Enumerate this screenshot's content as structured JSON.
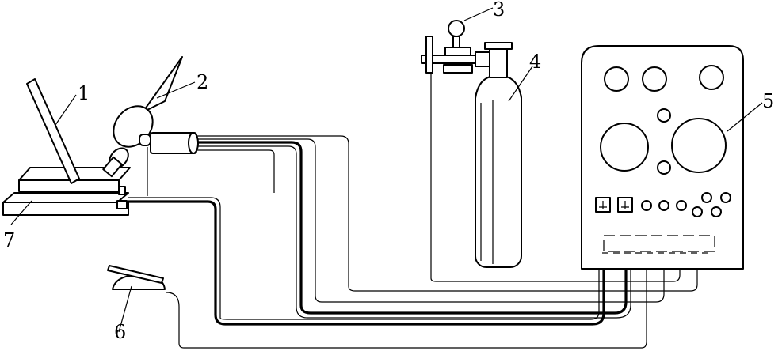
{
  "diagram": {
    "labels": {
      "l1": "1",
      "l2": "2",
      "l3": "3",
      "l4": "4",
      "l5": "5",
      "l6": "6",
      "l7": "7"
    },
    "components": {
      "c1": "welding-rod",
      "c2": "welding-torch",
      "c3": "gas-regulator",
      "c4": "gas-cylinder",
      "c5": "welding-power-source",
      "c6": "foot-switch",
      "c7": "workpiece-table"
    }
  }
}
